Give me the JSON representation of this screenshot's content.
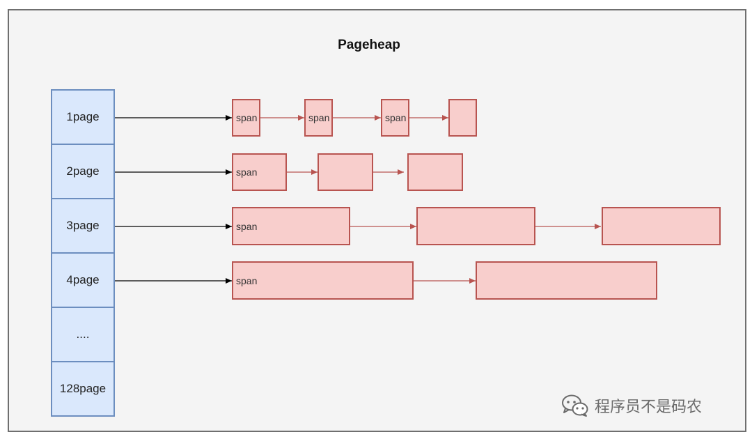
{
  "title": "Pageheap",
  "page_cells": [
    "1page",
    "2page",
    "3page",
    "4page",
    "....",
    "128page"
  ],
  "rows": [
    {
      "spans": [
        "span",
        "span",
        "span",
        ""
      ]
    },
    {
      "spans": [
        "span",
        "",
        ""
      ]
    },
    {
      "spans": [
        "span",
        "",
        ""
      ]
    },
    {
      "spans": [
        "span",
        ""
      ]
    }
  ],
  "watermark": {
    "text": "程序员不是码农",
    "icon": "wechat-icon"
  },
  "colors": {
    "page_fill": "#dae8fc",
    "page_border": "#6c8ebf",
    "span_fill": "#f8cecc",
    "span_border": "#b85450",
    "pointer_arrow": "#000000",
    "link_arrow": "#b85450"
  }
}
